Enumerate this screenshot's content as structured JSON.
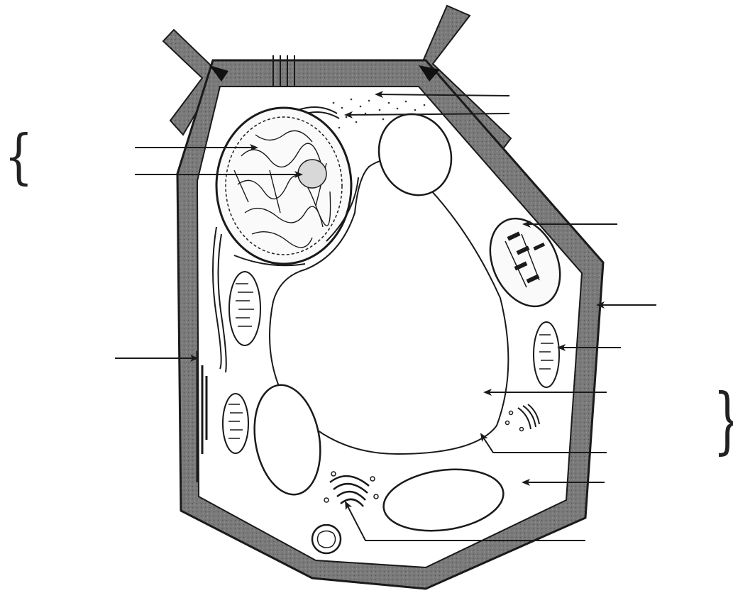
{
  "figure": {
    "subject": "plant-cell",
    "line_color": "#1a1a1a",
    "wall_fill": "#6e6e6e",
    "wall_light": "#9a9a9a",
    "background": "#ffffff"
  },
  "brackets": {
    "left_symbol": "{",
    "right_symbol": "}"
  },
  "label_arrows": [
    {
      "id": "ribosomes-a"
    },
    {
      "id": "ribosomes-b"
    },
    {
      "id": "nuclear-envelope"
    },
    {
      "id": "nucleolus"
    },
    {
      "id": "chloroplast"
    },
    {
      "id": "cell-wall"
    },
    {
      "id": "mitochondrion"
    },
    {
      "id": "plasma-membrane"
    },
    {
      "id": "vacuole"
    },
    {
      "id": "tonoplast"
    },
    {
      "id": "cytoplasm"
    },
    {
      "id": "golgi"
    }
  ]
}
